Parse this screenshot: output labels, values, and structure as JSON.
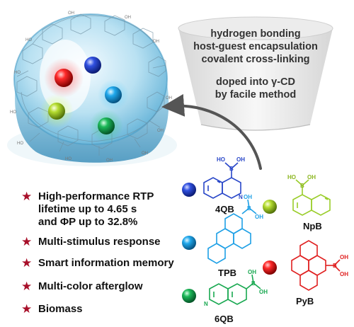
{
  "methods": [
    "hydrogen bonding",
    "host-guest encapsulation",
    "covalent cross-linking"
  ],
  "doping": [
    "doped into γ-CD",
    "by facile method"
  ],
  "features": [
    "High-performance RTP",
    "lifetime up to 4.65 s",
    "and ΦP up to 32.8%",
    "Multi-stimulus response",
    "Smart information memory",
    "Multi-color afterglow",
    "Biomass"
  ],
  "compounds": [
    {
      "name": "4QB",
      "color": "#2846c8"
    },
    {
      "name": "NpB",
      "color": "#9acd2a"
    },
    {
      "name": "TPB",
      "color": "#1ea0e6"
    },
    {
      "name": "PyB",
      "color": "#e02020"
    },
    {
      "name": "6QB",
      "color": "#18a850"
    }
  ],
  "atoms": {
    "boron": "B",
    "hydroxyl": "OH",
    "hydroxyl_alt": "HO",
    "nitrogen": "N"
  },
  "colors": {
    "accent_star": "#a8102a",
    "arrow": "#555555",
    "capsule": "#8ecbe6"
  }
}
